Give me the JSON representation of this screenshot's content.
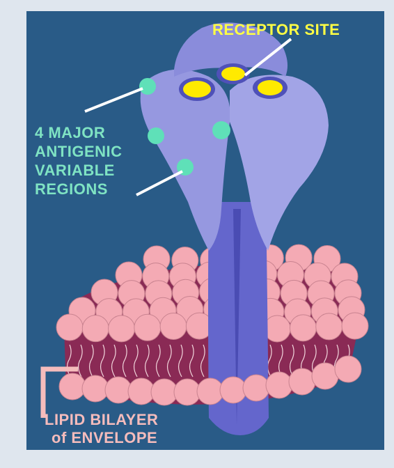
{
  "labels": {
    "receptor_site": "RECEPTOR SITE",
    "antigenic_regions": [
      "4 MAJOR",
      "ANTIGENIC",
      "VARIABLE",
      "REGIONS"
    ],
    "lipid_bilayer": [
      "LIPID BILAYER",
      "of ENVELOPE"
    ]
  },
  "colors": {
    "background_panel": "#295b87",
    "frame": "#dfe6ee",
    "protein": "#8f91de",
    "protein_dark": "#5a5bc4",
    "receptor": "#ffea00",
    "antigenic_spot": "#5fe0b8",
    "lipid_head": "#f4aab4",
    "bilayer_body": "#8a2a55",
    "receptor_label": "#ffff44",
    "antigenic_label": "#7fe3c3",
    "bilayer_label": "#f5bcbc"
  }
}
